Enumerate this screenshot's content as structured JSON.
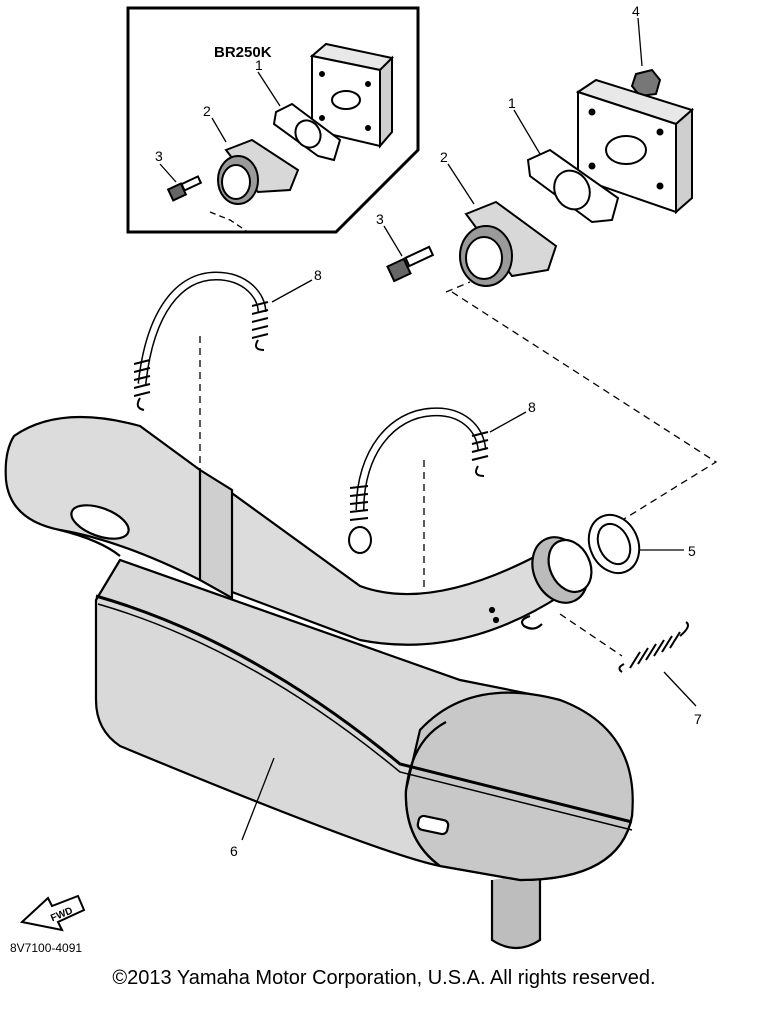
{
  "inset": {
    "model_label": "BR250K"
  },
  "callouts": {
    "gasket": "1",
    "joint": "2",
    "bolt": "3",
    "nut": "4",
    "gasket_ring": "5",
    "muffler": "6",
    "spring": "7",
    "spring_hook": "8"
  },
  "fwd_label": "FWD",
  "figure_code": "8V7100-4091",
  "copyright": "©2013 Yamaha Motor Corporation, U.S.A. All rights reserved."
}
